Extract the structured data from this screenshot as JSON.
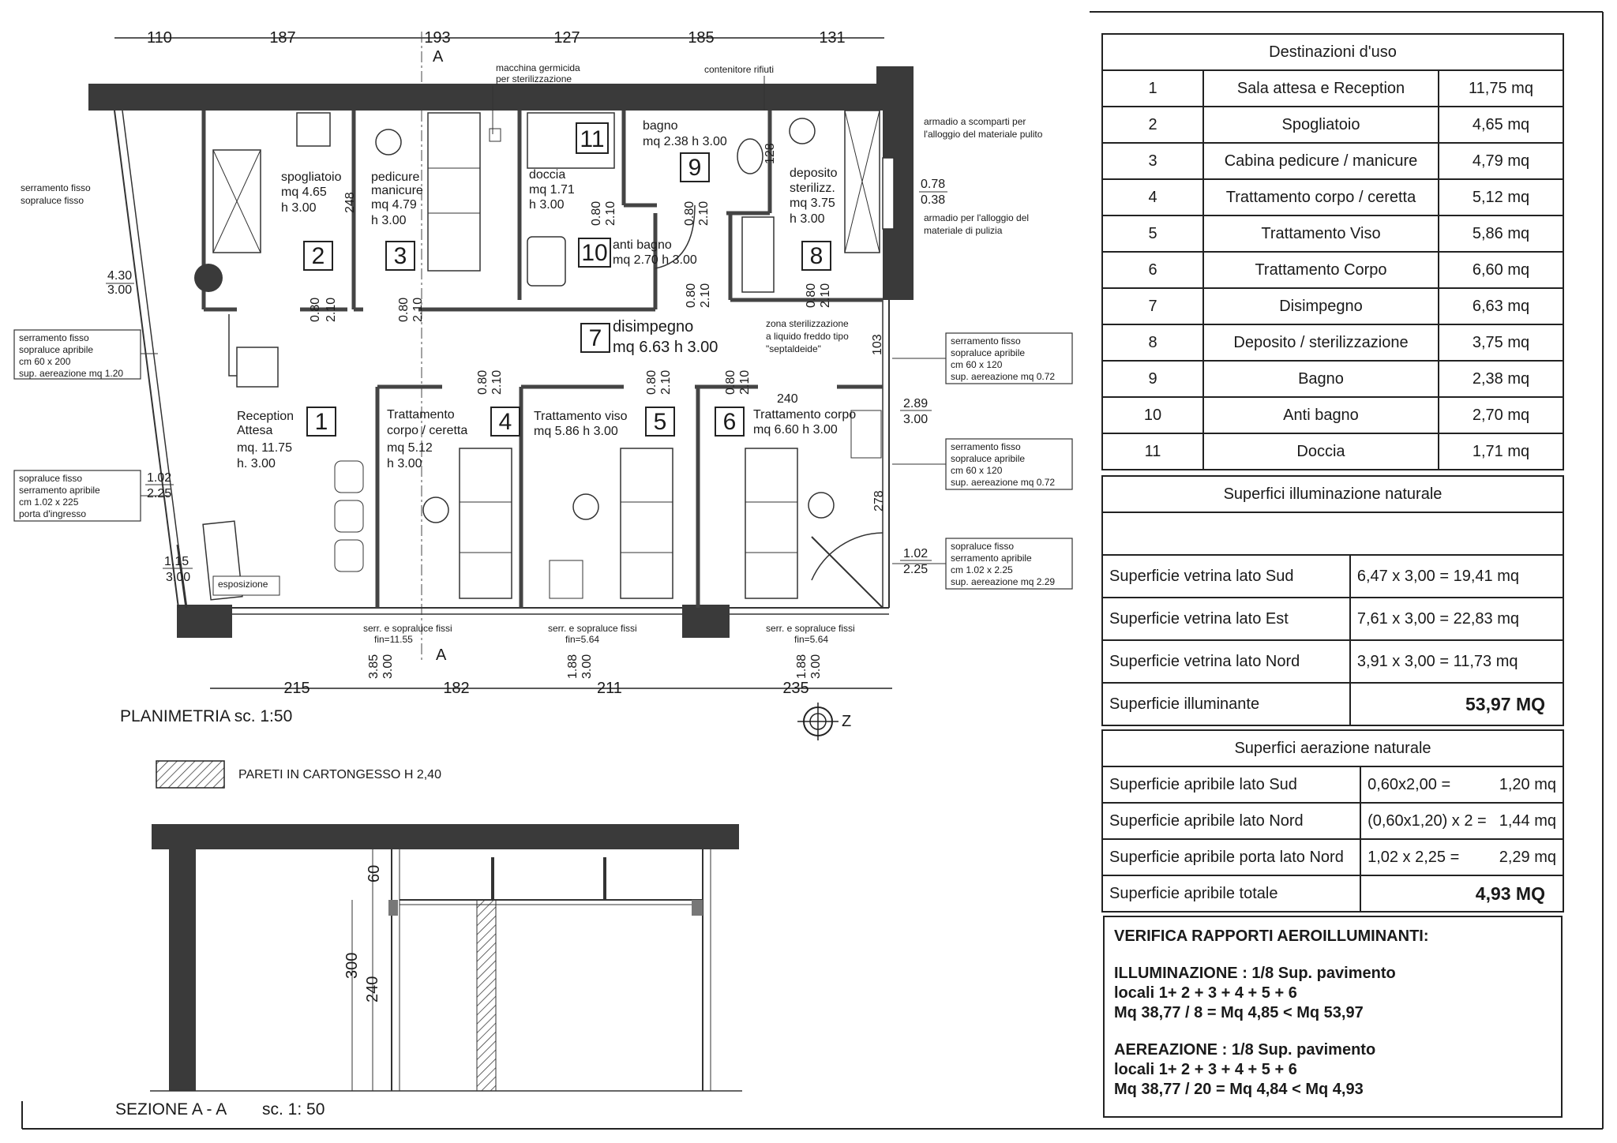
{
  "plan": {
    "title": "PLANIMETRIA sc. 1:50",
    "legend": "PARETI IN CARTONGESSO H 2,40",
    "section_title": "SEZIONE A - A",
    "section_scale": "sc. 1: 50",
    "section_marker": "A",
    "north": "Z",
    "top_dims": [
      "110",
      "187",
      "193",
      "127",
      "185",
      "131"
    ],
    "bottom_dims": [
      "215",
      "182",
      "211",
      "235"
    ],
    "rooms": {
      "r1": {
        "num": "1",
        "name1": "Reception",
        "name2": "Attesa",
        "area": "mq. 11.75",
        "h": "h. 3.00"
      },
      "r2": {
        "num": "2",
        "name1": "spogliatoio",
        "area": "mq 4.65",
        "h": "h 3.00"
      },
      "r3": {
        "num": "3",
        "name1": "pedicure",
        "name2": "manicure",
        "area": "mq 4.79",
        "h": "h 3.00"
      },
      "r4": {
        "num": "4",
        "name1": "Trattamento",
        "name2": "corpo / ceretta",
        "area": "mq 5.12",
        "h": "h 3.00"
      },
      "r5": {
        "num": "5",
        "name1": "Trattamento viso",
        "area": "mq 5.86 h 3.00"
      },
      "r6": {
        "num": "6",
        "name1": "Trattamento corpo",
        "area": "mq 6.60 h 3.00"
      },
      "r7": {
        "num": "7",
        "name1": "disimpegno",
        "area": "mq 6.63  h 3.00"
      },
      "r8": {
        "num": "8",
        "name1": "deposito",
        "name2": "sterilizz.",
        "area": "mq 3.75",
        "h": "h 3.00"
      },
      "r9": {
        "num": "9",
        "name1": "bagno",
        "area": "mq 2.38 h 3.00"
      },
      "r10": {
        "num": "10",
        "name1": "anti bagno",
        "area": "mq 2.70 h 3.00"
      },
      "r11": {
        "num": "11",
        "name1": "doccia",
        "area": "mq 1.71",
        "h": "h 3.00"
      }
    },
    "notes": {
      "germicida1": "macchina germicida",
      "germicida2": "per sterilizzazione",
      "rifiuti": "contenitore rifiuti",
      "armadio1a": "armadio a scomparti per",
      "armadio1b": "l'alloggio del materiale pulito",
      "armadio2a": "armadio per l'alloggio del",
      "armadio2b": "materiale di pulizia",
      "zona1": "zona sterilizzazione",
      "zona2": "a liquido freddo tipo",
      "zona3": "\"septaldeide\"",
      "esposizione": "esposizione",
      "serr_top_a": "serramento fisso",
      "serr_top_b": "sopraluce fisso",
      "serr_w1": [
        "serramento fisso",
        "sopraluce apribile",
        "cm 60 x 200",
        "sup. aereazione mq 1.20"
      ],
      "serr_w2": [
        "sopraluce fisso",
        "serramento apribile",
        "cm 1.02 x 225",
        "porta d'ingresso"
      ],
      "serr_e1": [
        "serramento fisso",
        "sopraluce apribile",
        "cm 60 x 120",
        "sup. aereazione mq 0.72"
      ],
      "serr_e2": [
        "serramento fisso",
        "sopraluce apribile",
        "cm 60 x 120",
        "sup. aereazione mq 0.72"
      ],
      "serr_e3": [
        "sopraluce fisso",
        "serramento apribile",
        "cm 1.02 x 2.25",
        "sup. aereazione mq 2.29"
      ],
      "serr_s1": "serr. e sopraluce fissi",
      "serr_s1f": "fin=11.55",
      "serr_s2": "serr. e sopraluce fissi",
      "serr_s2f": "fin=5.64",
      "serr_s3": "serr. e sopraluce fissi",
      "serr_s3f": "fin=5.64"
    },
    "dims": {
      "d430": "4.30",
      "d300a": "3.00",
      "d102": "1.02",
      "d225": "2.25",
      "d115": "1.15",
      "d300b": "3.00",
      "d078": "0.78",
      "d038": "0.38",
      "d289": "2.89",
      "d300c": "3.00",
      "d102e": "1.02",
      "d225e": "2.25",
      "d248": "248",
      "d128": "128",
      "d103": "103",
      "d278": "278",
      "d240": "240",
      "d080": "0.80",
      "d210": "2.10",
      "d385": "3.85",
      "d188": "1.88",
      "d300": "3.00",
      "sec60": "60",
      "sec300": "300",
      "sec240": "240"
    }
  },
  "uses": {
    "title": "Destinazioni d'uso",
    "rows": [
      {
        "n": "1",
        "name": "Sala attesa e Reception",
        "area": "11,75 mq"
      },
      {
        "n": "2",
        "name": "Spogliatoio",
        "area": "4,65 mq"
      },
      {
        "n": "3",
        "name": "Cabina pedicure / manicure",
        "area": "4,79 mq"
      },
      {
        "n": "4",
        "name": "Trattamento corpo / ceretta",
        "area": "5,12 mq"
      },
      {
        "n": "5",
        "name": "Trattamento Viso",
        "area": "5,86 mq"
      },
      {
        "n": "6",
        "name": "Trattamento Corpo",
        "area": "6,60 mq"
      },
      {
        "n": "7",
        "name": "Disimpegno",
        "area": "6,63 mq"
      },
      {
        "n": "8",
        "name": "Deposito / sterilizzazione",
        "area": "3,75 mq"
      },
      {
        "n": "9",
        "name": "Bagno",
        "area": "2,38 mq"
      },
      {
        "n": "10",
        "name": "Anti bagno",
        "area": "2,70 mq"
      },
      {
        "n": "11",
        "name": "Doccia",
        "area": "1,71 mq"
      }
    ]
  },
  "illum": {
    "title": "Superfici illuminazione naturale",
    "rows": [
      {
        "label": "Superficie vetrina lato Sud",
        "value": "6,47 x 3,00 = 19,41 mq"
      },
      {
        "label": "Superficie vetrina lato Est",
        "value": "7,61 x 3,00 = 22,83 mq"
      },
      {
        "label": "Superficie vetrina lato Nord",
        "value": "3,91 x 3,00 = 11,73 mq"
      }
    ],
    "total_label": "Superficie illuminante",
    "total_value": "53,97 MQ"
  },
  "aer": {
    "title": "Superfici aerazione naturale",
    "rows": [
      {
        "label": "Superficie apribile lato Sud",
        "calc": "0,60x2,00 =",
        "value": "1,20 mq"
      },
      {
        "label": "Superficie apribile lato Nord",
        "calc": "(0,60x1,20) x 2 =",
        "value": "1,44 mq"
      },
      {
        "label": "Superficie apribile porta lato Nord",
        "calc": "1,02 x 2,25 =",
        "value": "2,29 mq"
      }
    ],
    "total_label": "Superficie apribile totale",
    "total_value": "4,93 MQ"
  },
  "verif": {
    "title": "VERIFICA RAPPORTI AEROILLUMINANTI:",
    "ill1": "ILLUMINAZIONE : 1/8 Sup. pavimento",
    "ill2": "locali 1+ 2 + 3 + 4 + 5 + 6",
    "ill3": "Mq 38,77 / 8 = Mq 4,85 < Mq 53,97",
    "aer1": "AEREAZIONE : 1/8 Sup. pavimento",
    "aer2": "locali 1+ 2 + 3 + 4 + 5 + 6",
    "aer3": "Mq 38,77 / 20 = Mq 4,84 < Mq 4,93"
  }
}
